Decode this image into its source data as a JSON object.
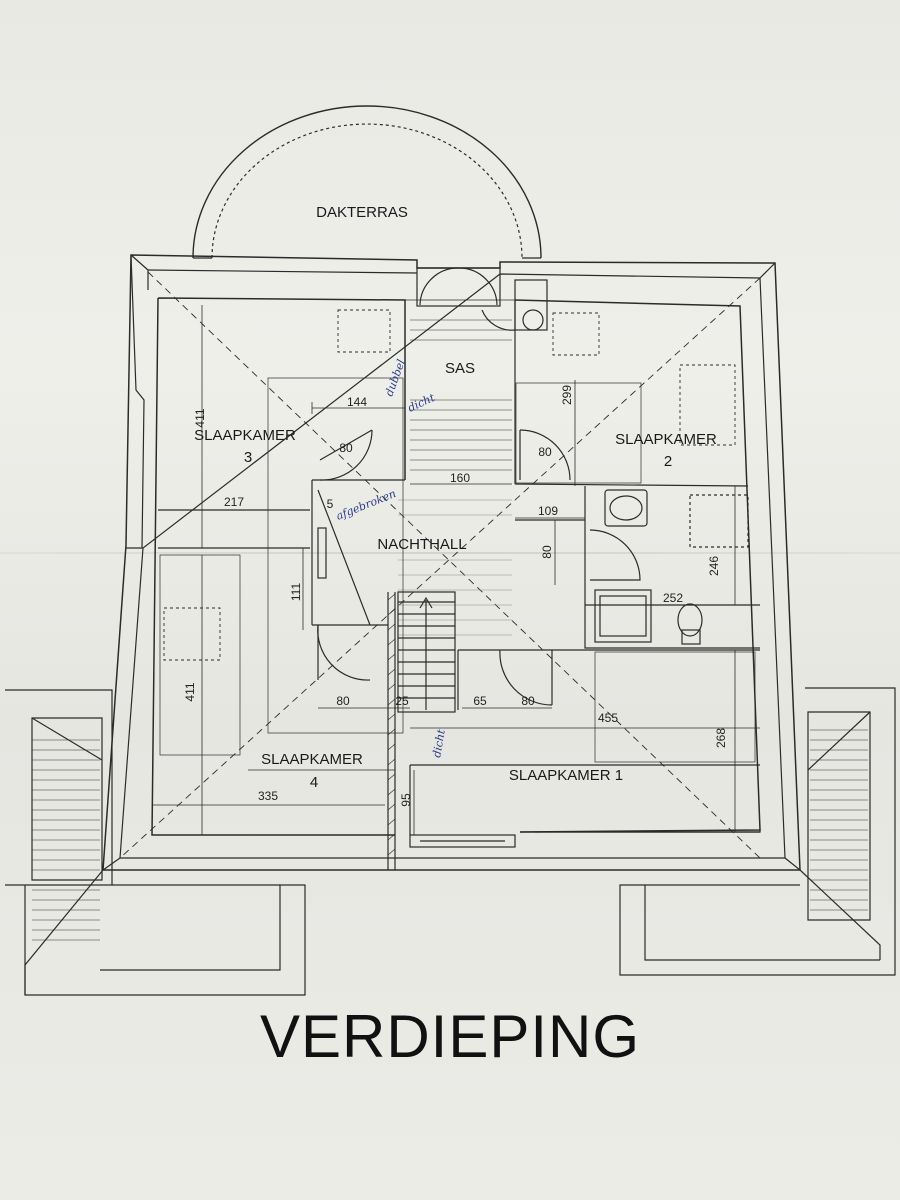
{
  "plan": {
    "title": "VERDIEPING",
    "rooms": {
      "dakterras": "DAKTERRAS",
      "sas": "SAS",
      "nachthall": "NACHTHALL",
      "slaapkamer1": "SLAAPKAMER 1",
      "slaapkamer2_line1": "SLAAPKAMER",
      "slaapkamer2_line2": "2",
      "slaapkamer3_line1": "SLAAPKAMER",
      "slaapkamer3_line2": "3",
      "slaapkamer4_line1": "SLAAPKAMER",
      "slaapkamer4_line2": "4"
    },
    "dimensions": {
      "d144": "144",
      "d80_sk3_door": "80",
      "d160": "160",
      "d80_sk2_door": "80",
      "d299": "299",
      "d217": "217",
      "d5": "5",
      "d109": "109",
      "d80_hall": "80",
      "d246": "246",
      "d111": "111",
      "d252": "252",
      "d411_upper": "411",
      "d411_lower": "411",
      "d80_sk4_door": "80",
      "d25": "25",
      "d65": "65",
      "d80_sk1_door": "80",
      "d455": "455",
      "d268": "268",
      "d335": "335",
      "d95": "95"
    },
    "handwriting": {
      "note_dicht_1": "dicht",
      "note_dubbel": "dubbel",
      "note_afgebroken": "afgebroken",
      "note_dicht_2": "dicht"
    }
  }
}
